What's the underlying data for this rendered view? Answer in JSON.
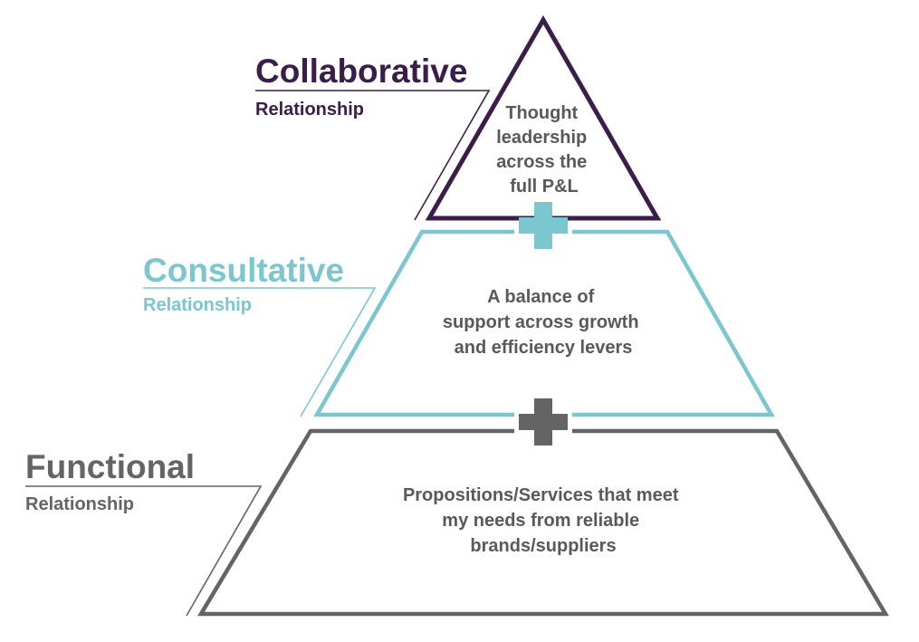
{
  "colors": {
    "collaborative": "#3b1d4a",
    "consultative": "#7cc6cf",
    "functional": "#646464",
    "body_text": "#58595b"
  },
  "tiers": [
    {
      "id": "collaborative",
      "title": "Collaborative",
      "subtitle": "Relationship",
      "description_lines": [
        "Thought",
        "leadership",
        "across the",
        "full P&L"
      ]
    },
    {
      "id": "consultative",
      "title": "Consultative",
      "subtitle": "Relationship",
      "description_lines": [
        "A balance of",
        "support across growth",
        "and efficiency levers"
      ]
    },
    {
      "id": "functional",
      "title": "Functional",
      "subtitle": "Relationship",
      "description_lines": [
        "Propositions/Services that meet",
        "my needs from reliable",
        "brands/suppliers"
      ]
    }
  ],
  "connectors": [
    {
      "symbol": "+",
      "color_key": "consultative"
    },
    {
      "symbol": "+",
      "color_key": "functional"
    }
  ]
}
